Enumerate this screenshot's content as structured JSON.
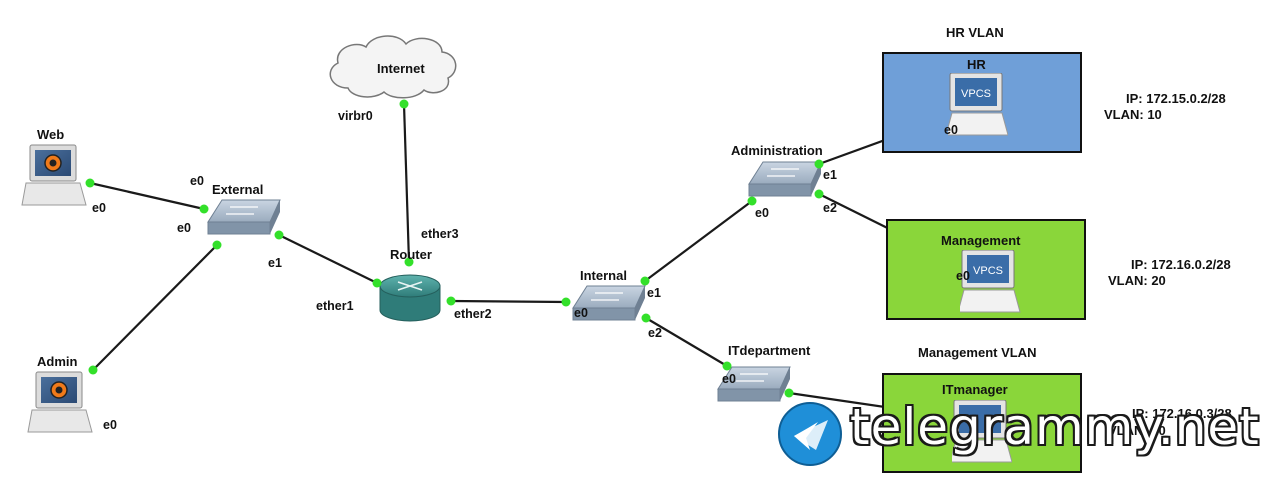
{
  "vlan_boxes": [
    {
      "id": "hr",
      "title": "HR VLAN",
      "node_label": "HR",
      "fill": "#6f9fd8"
    },
    {
      "id": "mgmt",
      "title": "",
      "node_label": "Management",
      "fill": "#8ad63a"
    },
    {
      "id": "itm",
      "title": "Management VLAN",
      "node_label": "ITmanager",
      "fill": "#8ad63a"
    }
  ],
  "nodes": {
    "internet": "Internet",
    "web": "Web",
    "admin": "Admin",
    "external": "External",
    "router": "Router",
    "internal": "Internal",
    "administration": "Administration",
    "itdepartment": "ITdepartment"
  },
  "ports": {
    "virbr0": "virbr0",
    "ether3": "ether3",
    "ether1": "ether1",
    "ether2": "ether2",
    "web_e0": "e0",
    "ext_e0_top": "e0",
    "ext_e0_left": "e0",
    "ext_e1": "e1",
    "admin_e0": "e0",
    "int_e0": "e0",
    "int_e1": "e1",
    "int_e2": "e2",
    "adm_e0": "e0",
    "adm_e1": "e1",
    "adm_e2": "e2",
    "hr_e0": "e0",
    "mgmt_e0": "e0",
    "itd_e0": "e0"
  },
  "vpcs_label": "VPCS",
  "info": {
    "hr_ip": "IP: 172.15.0.2/28",
    "hr_vlan": "VLAN: 10",
    "mgmt_ip": "IP: 172.16.0.2/28",
    "mgmt_vlan": "VLAN: 20",
    "itm_ip": "IP: 172.16.0.3/28",
    "itm_vlan": "VLAN: 20"
  },
  "watermark": "telegrammy.net",
  "colors": {
    "link": "#1a1a1a",
    "port_dot": "#33e02a",
    "switch": "#8fa3b8",
    "router": "#3d8f8c"
  }
}
